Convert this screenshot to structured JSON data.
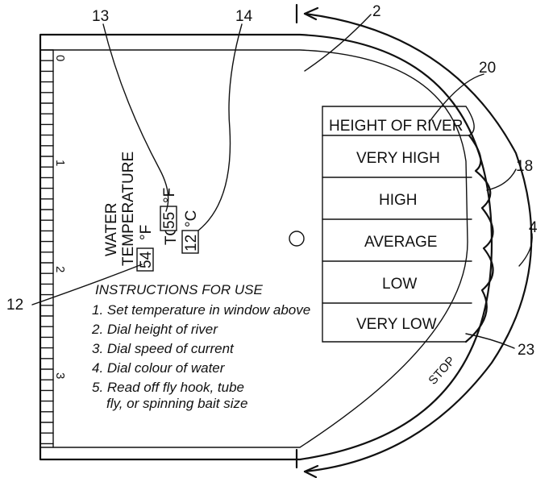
{
  "refs": {
    "r2": "2",
    "r4": "4",
    "r12": "12",
    "r13": "13",
    "r14": "14",
    "r18": "18",
    "r20": "20",
    "r23": "23"
  },
  "scale": [
    "0",
    "1",
    "2",
    "3"
  ],
  "temperature": {
    "water_label": "WATER",
    "temperature_label": "TEMPERATURE",
    "value_f_low": "54",
    "unit_f": "°F",
    "to_label": "TO",
    "value_f_high": "55",
    "value_c": "12",
    "unit_c": "°C"
  },
  "river": {
    "header": "HEIGHT OF RIVER",
    "levels": [
      "VERY HIGH",
      "HIGH",
      "AVERAGE",
      "LOW",
      "VERY LOW"
    ]
  },
  "stop_label": "STOP",
  "instructions": {
    "title": "INSTRUCTIONS FOR USE",
    "steps": [
      "1. Set temperature in window above",
      "2. Dial height of river",
      "3. Dial speed of current",
      "4. Dial colour of water",
      "5. Read off fly hook, tube",
      "fly, or spinning bait size"
    ]
  }
}
